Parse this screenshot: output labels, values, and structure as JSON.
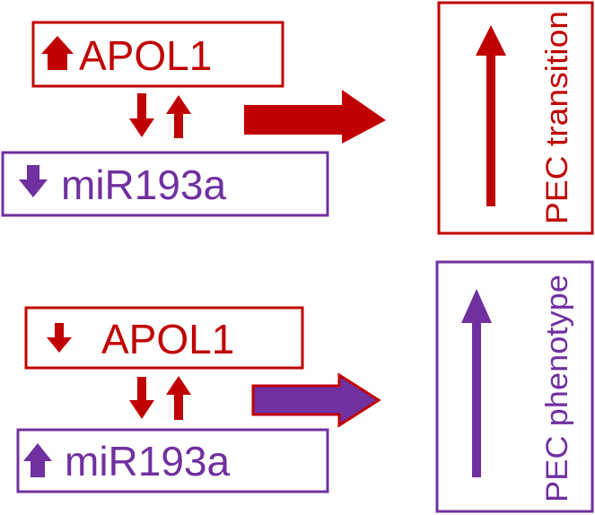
{
  "colors": {
    "red": "#c00000",
    "purple": "#7030a0",
    "white": "#ffffff"
  },
  "top_panel": {
    "gene_box": {
      "label": "APOL1",
      "direction": "up"
    },
    "mirna_box": {
      "label": "miR193a",
      "direction": "down"
    },
    "result_box": {
      "label": "PEC transition",
      "direction": "up"
    }
  },
  "bottom_panel": {
    "gene_box": {
      "label": "APOL1",
      "direction": "down"
    },
    "mirna_box": {
      "label": "miR193a",
      "direction": "up"
    },
    "result_box": {
      "label": "PEC phenotype",
      "direction": "up"
    }
  },
  "icons": {
    "interaction": "down-up-arrows-icon",
    "effect": "right-arrow-icon"
  }
}
